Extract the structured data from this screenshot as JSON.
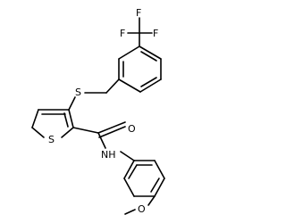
{
  "atoms": {
    "F_top": "F",
    "F_left": "F",
    "F_right": "F",
    "S_thioether": "S",
    "S_ring": "S",
    "O_carbonyl": "O",
    "NH": "NH",
    "O_methoxy": "O"
  }
}
